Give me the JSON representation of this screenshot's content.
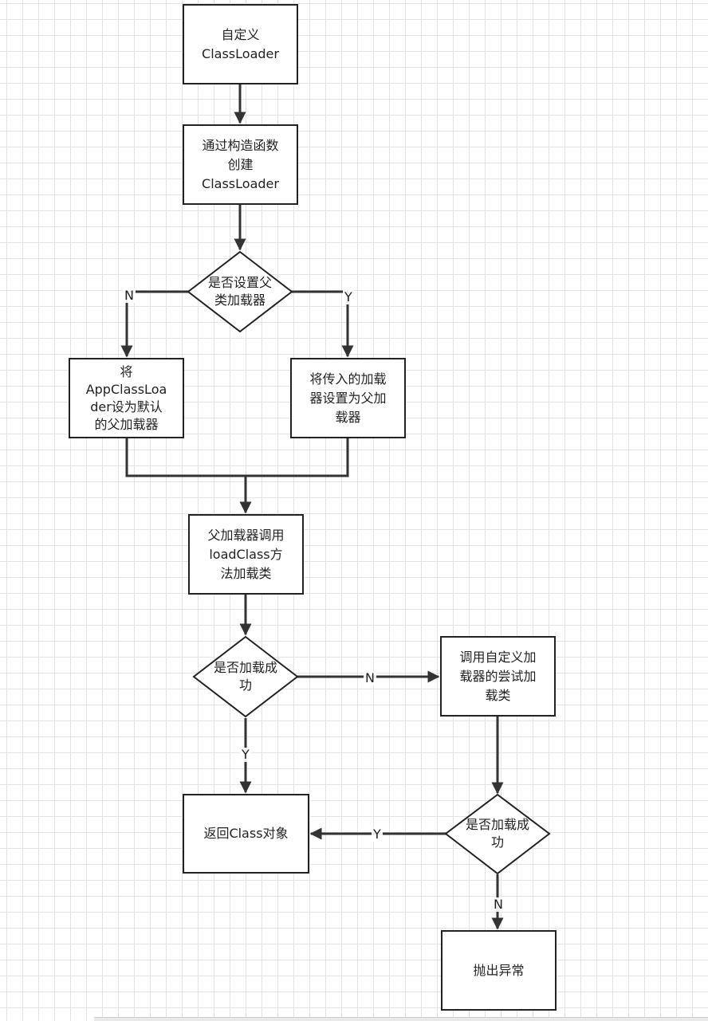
{
  "nodes": {
    "custom_loader": "自定义\nClassLoader",
    "create_via_constructor": "通过构造函数\n创建\nClassLoader",
    "has_parent_decision": "是否设置父\n类加载器",
    "set_app_loader_default": "将\nAppClassLoa\nder设为默认\n的父加载器",
    "set_passed_loader_parent": "将传入的加载\n器设置为父加\n载器",
    "parent_load_class": "父加载器调用\nloadClass方\n法加载类",
    "load_success_decision_1": "是否加载成\n功",
    "custom_try_load": "调用自定义加\n载器的尝试加\n载类",
    "load_success_decision_2": "是否加载成\n功",
    "return_class_object": "返回Class对象",
    "throw_exception": "抛出异常"
  },
  "edge_labels": {
    "parent_no": "N",
    "parent_yes": "Y",
    "success1_no": "N",
    "success1_yes": "Y",
    "success2_yes": "Y",
    "success2_no": "N"
  },
  "colors": {
    "stroke": "#222222",
    "grid": "#e4e4e4",
    "background": "#ffffff"
  }
}
